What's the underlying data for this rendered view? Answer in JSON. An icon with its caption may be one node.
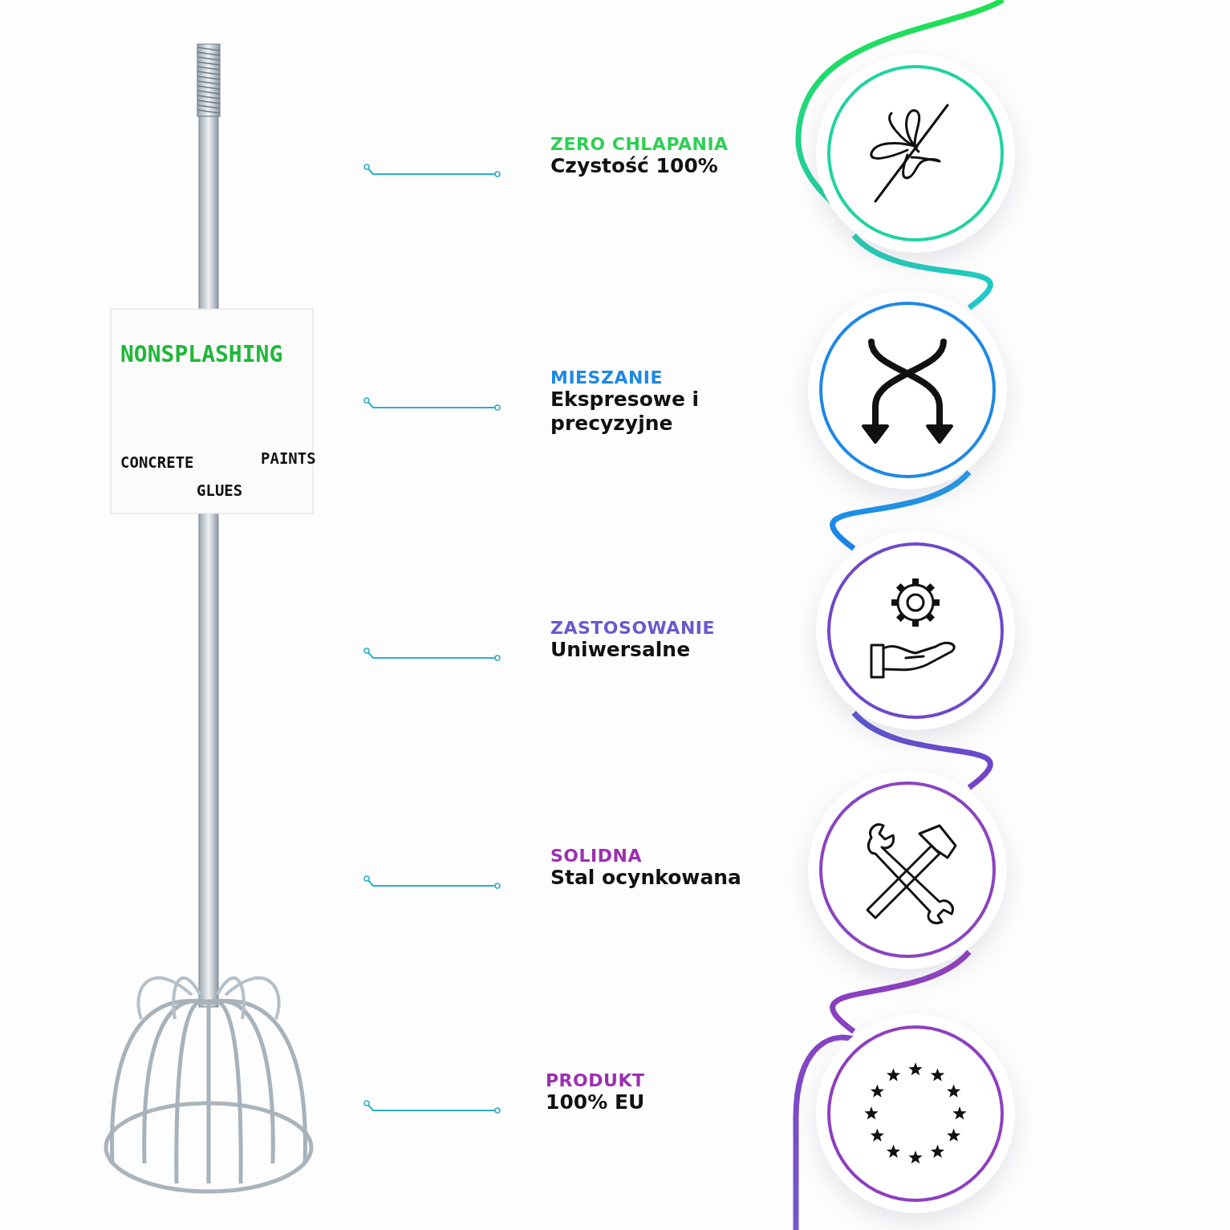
{
  "diagram": {
    "nodes": [
      {
        "text": [],
        "shape": "picture"
      },
      {
        "text": [
          "ZERO CHLAPANIA",
          "Czystość 100%"
        ]
      },
      {
        "text": [],
        "shape": "circle"
      },
      {
        "text": [
          "MIESZANIE",
          "Ekspresowe i precyzyjne"
        ]
      },
      {
        "text": [],
        "shape": "circle"
      },
      {
        "text": [
          "ZASTOSOWANIE",
          "Uniwersalne"
        ]
      },
      {
        "text": [],
        "shape": "circle"
      },
      {
        "text": [
          "SOLIDNA",
          "Stal ocynkowana"
        ]
      },
      {
        "text": [],
        "shape": "circle"
      },
      {
        "text": [
          "PRODUKT",
          "100% EU"
        ]
      },
      {
        "text": [],
        "shape": "circle"
      }
    ],
    "edges": [
      {
        "from": 2,
        "to": 4,
        "arrow": "none"
      },
      {
        "from": 4,
        "to": 6,
        "arrow": "none"
      },
      {
        "from": 6,
        "to": 8,
        "arrow": "none"
      },
      {
        "from": 8,
        "to": 10,
        "arrow": "none"
      }
    ],
    "labels": [
      "NONSPLASHING",
      "CONCRETE",
      "GLUES",
      "PAINTS"
    ]
  }
}
